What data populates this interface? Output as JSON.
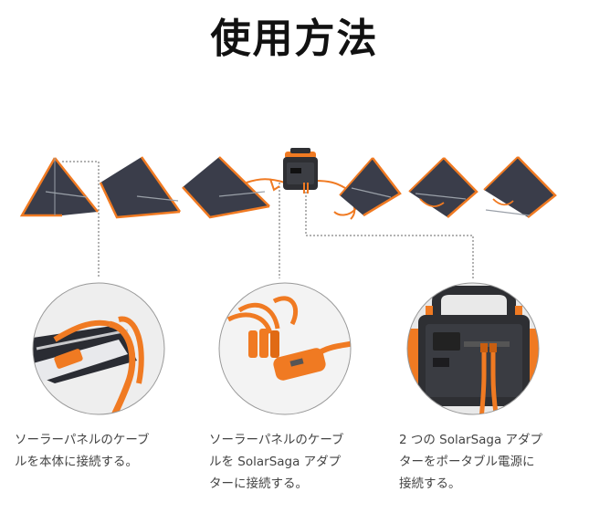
{
  "title": "使用方法",
  "steps": [
    {
      "caption": "ソーラーパネルのケーブ\nルを本体に接続する。",
      "icon": "panel-connector-closeup"
    },
    {
      "caption": "ソーラーパネルのケーブ\nルを SolarSaga アダプ\nターに接続する。",
      "icon": "adapter-closeup"
    },
    {
      "caption": "2 つの SolarSaga アダプ\nターをポータブル電源に\n接続する。",
      "icon": "power-station-closeup"
    }
  ],
  "colors": {
    "panel": "#3a3d4a",
    "frame": "#9aa0a8",
    "cable": "#f07a22",
    "station": "#2e2f33",
    "circle_border": "#999999"
  }
}
